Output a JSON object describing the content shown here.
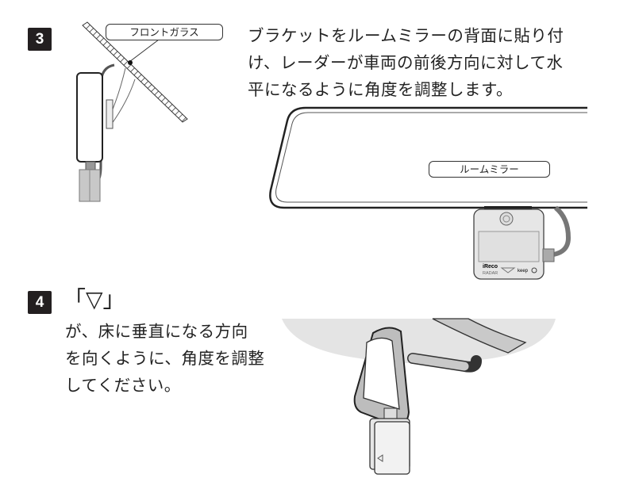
{
  "step3": {
    "number": "3",
    "lines": [
      "ブラケットをルームミラーの背面に貼り付",
      "け、レーダーが車両の前後方向に対して水",
      "平になるように角度を調整します。"
    ],
    "windshield_label": "フロントガラス",
    "mirror_label": "ルームミラー",
    "device_logo": "iReco",
    "device_logo_sub": "RADAR",
    "device_mark": "keep"
  },
  "step4": {
    "number": "4",
    "symbol": "「▽」",
    "lines": [
      "が、床に垂直になる方向",
      "を向くように、角度を調整",
      "してください。"
    ]
  }
}
